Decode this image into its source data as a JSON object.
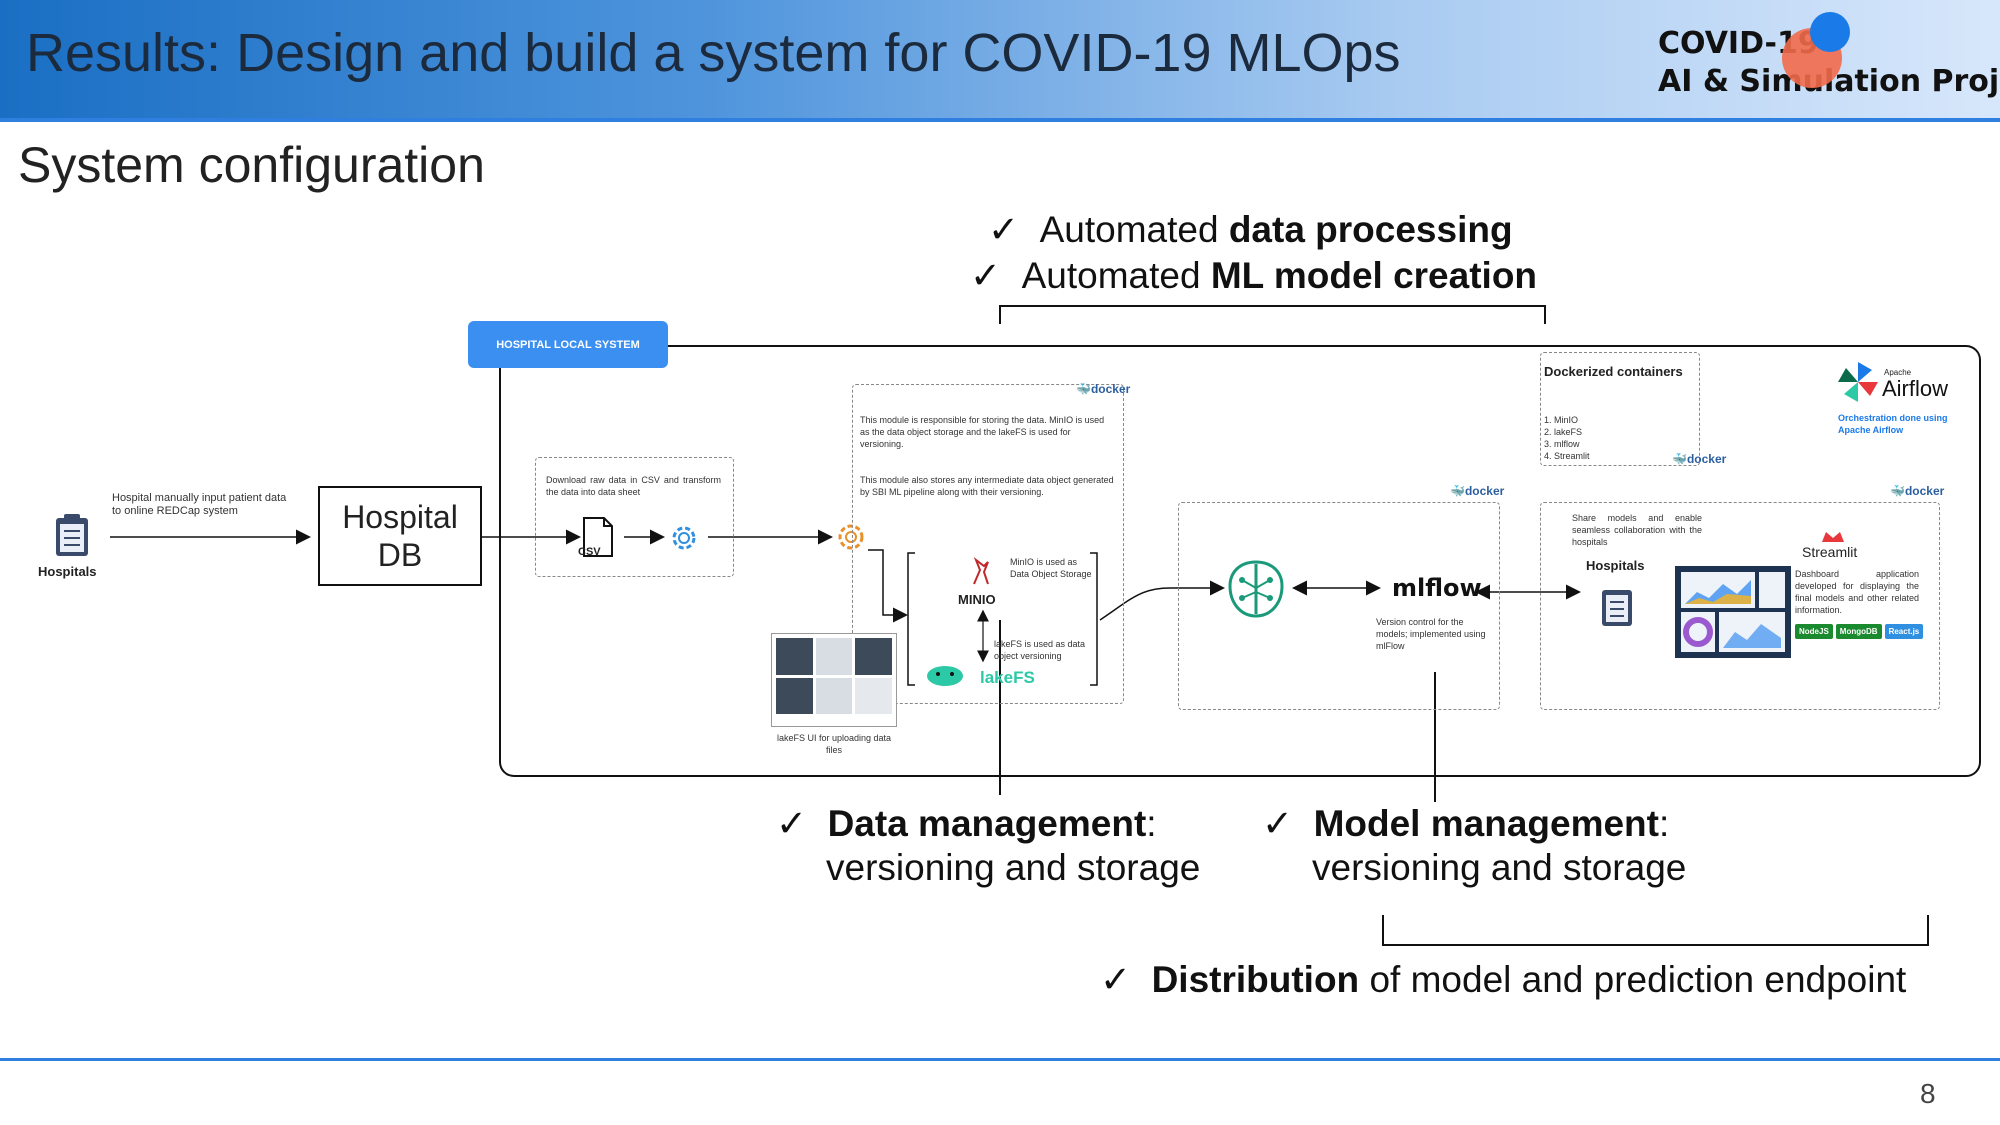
{
  "header": {
    "title": "Results: Design and build a system for COVID-19 MLOps",
    "logo_line1": "COVID-19",
    "logo_line2": "AI & Simulation Project"
  },
  "subtitle": "System configuration",
  "page_number": "8",
  "checks": {
    "data_processing": {
      "mark": "✓",
      "pre": "Automated ",
      "bold": "data processing"
    },
    "ml_model": {
      "mark": "✓",
      "pre": "Automated ",
      "bold": "ML model creation"
    },
    "data_mgmt": {
      "mark": "✓",
      "bold": "Data management",
      "post": ":",
      "line2": "versioning and storage"
    },
    "model_mgmt": {
      "mark": "✓",
      "bold": "Model management",
      "post": ":",
      "line2": "versioning and storage"
    },
    "distribution": {
      "mark": "✓",
      "bold": "Distribution",
      "post": " of model and prediction endpoint"
    }
  },
  "diagram": {
    "hospital_local_system": "HOSPITAL LOCAL SYSTEM",
    "hospitals_label": "Hospitals",
    "hospital_input_text": "Hospital manually input patient data to online REDCap system",
    "hospital_db_line1": "Hospital",
    "hospital_db_line2": "DB",
    "download_text": "Download raw data in CSV and transform the data into data sheet",
    "csv_label": "CSV",
    "storage_text1": "This module is responsible for storing the data. MinIO is used as the data object storage and the lakeFS is used for versioning.",
    "storage_text2": "This module also stores any intermediate data object generated by SBI ML pipeline along with their versioning.",
    "minio_label": "MINIO",
    "minio_desc": "MinIO is used as Data Object Storage",
    "lakefs_desc": "lakeFS is used as data object versioning",
    "lakefs_label": "lakeFS",
    "lakefs_ui_text": "lakeFS UI for uploading data files",
    "dockerized_title": "Dockerized containers",
    "dockerized_items": [
      "1. MinIO",
      "2. lakeFS",
      "3. mlflow",
      "4. Streamlit"
    ],
    "docker_label": "docker",
    "mlflow_label": "mlflow",
    "mlflow_desc": "Version control for the models; implemented using mlFlow",
    "share_text": "Share models and enable seamless collaboration with the hospitals",
    "hospitals2": "Hospitals",
    "streamlit_label": "Streamlit",
    "dashboard_text": "Dashboard application developed for displaying the final models and other related information.",
    "badges": [
      "NodeJS",
      "MongoDB",
      "React.js"
    ],
    "airflow_small": "Apache",
    "airflow_label": "Airflow",
    "airflow_desc": "Orchestration done using Apache Airflow"
  },
  "colors": {
    "accent": "#2f7fe0",
    "badge_green": "#1a8a2e",
    "badge_blue": "#2f8fe0",
    "ml_green": "#1a9a7a"
  }
}
